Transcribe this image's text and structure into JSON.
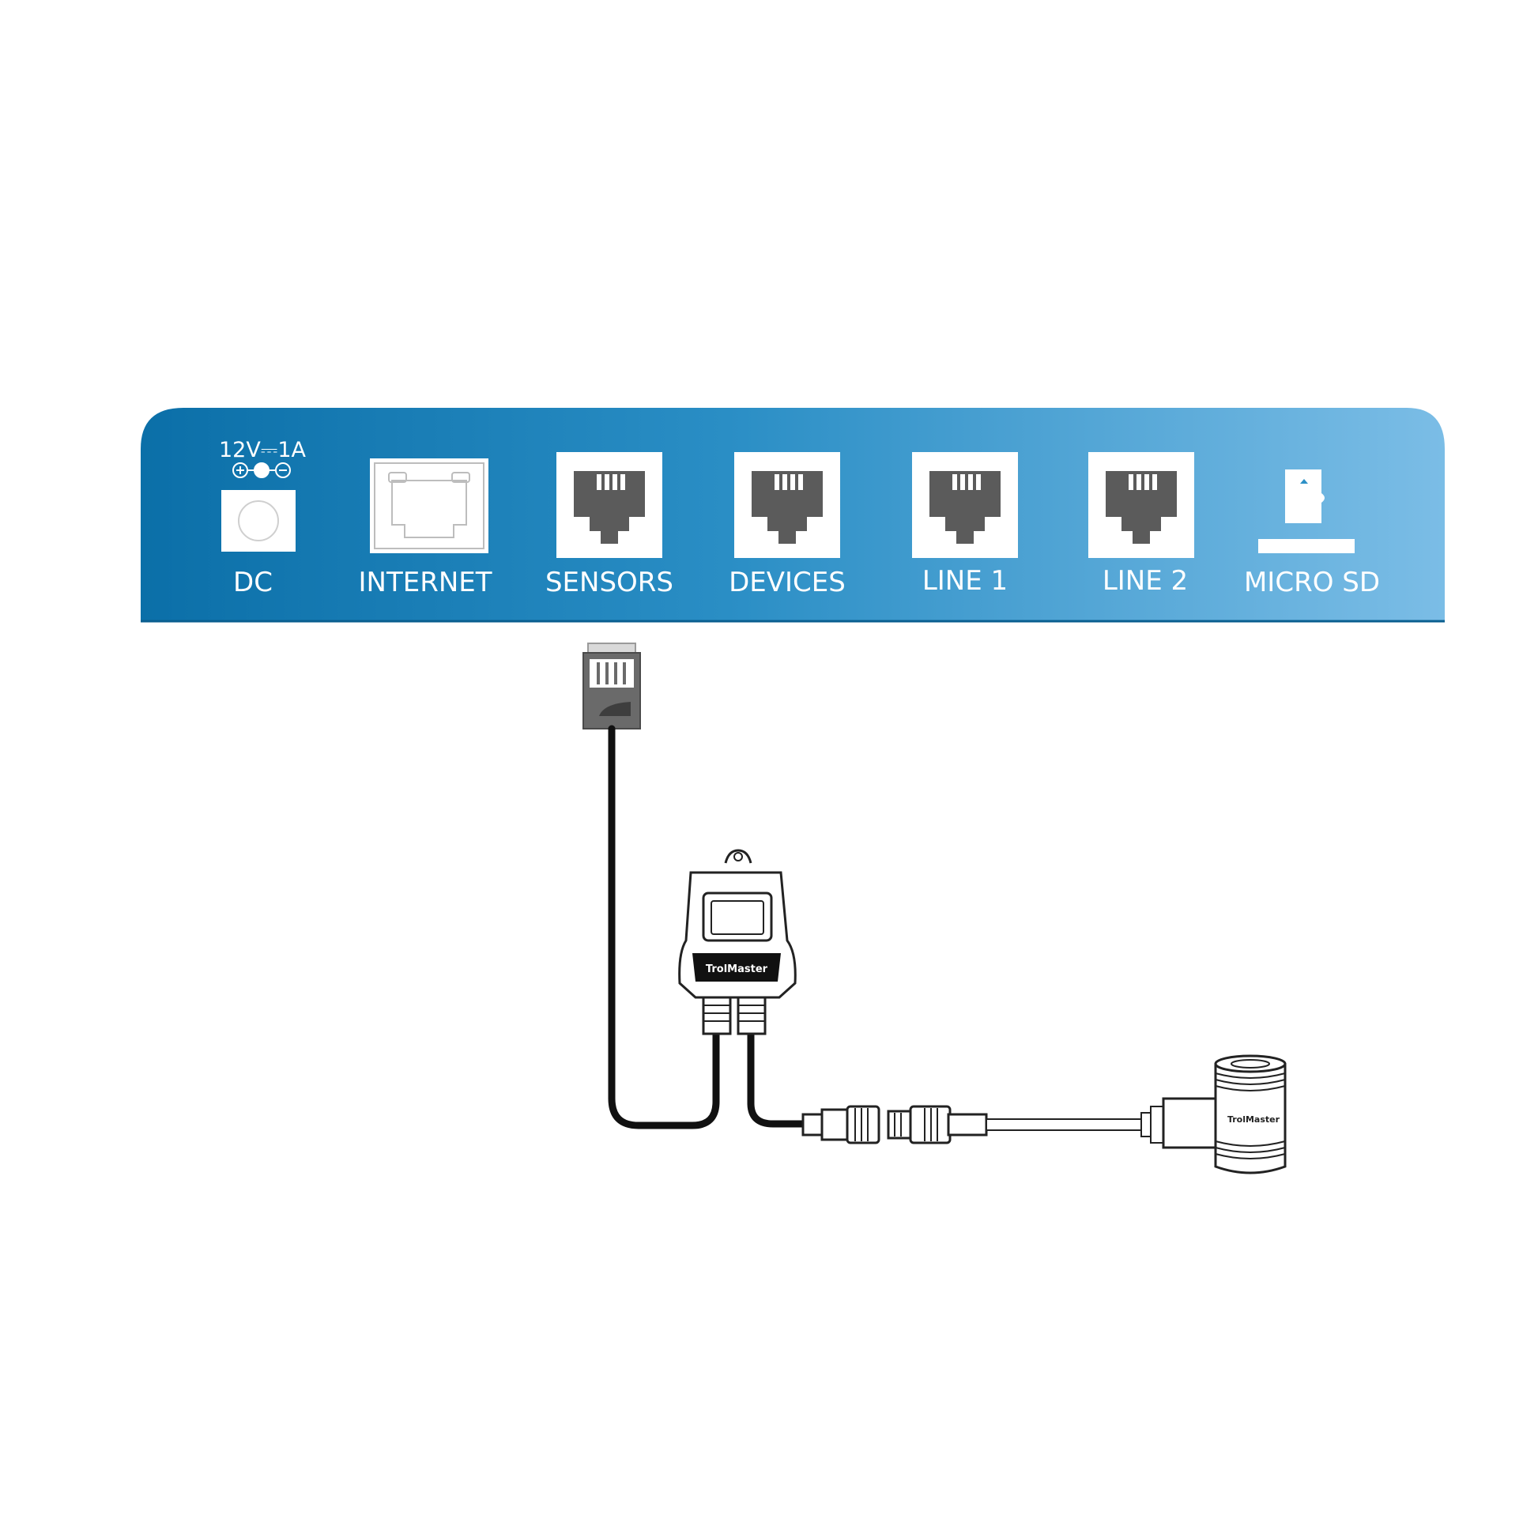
{
  "panel": {
    "gradient_colors": [
      "#0b6fa8",
      "#2d90c6",
      "#7bbde6"
    ],
    "power_rating": "12V⎓1A",
    "ports": [
      {
        "label": "DC",
        "icon": "dc-power-jack-icon"
      },
      {
        "label": "INTERNET",
        "icon": "ethernet-port-icon"
      },
      {
        "label": "SENSORS",
        "icon": "rj-port-icon"
      },
      {
        "label": "DEVICES",
        "icon": "rj-port-icon"
      },
      {
        "label": "LINE 1",
        "icon": "rj-port-icon"
      },
      {
        "label": "LINE 2",
        "icon": "rj-port-icon"
      },
      {
        "label": "MICRO SD",
        "icon": "micro-sd-icon"
      }
    ]
  },
  "hub": {
    "brand": "TrolMaster",
    "icon": "sensor-hub-icon"
  },
  "sensor": {
    "brand": "TrolMaster",
    "icon": "sensor-probe-icon"
  },
  "connector": {
    "icon": "rj-plug-icon"
  }
}
